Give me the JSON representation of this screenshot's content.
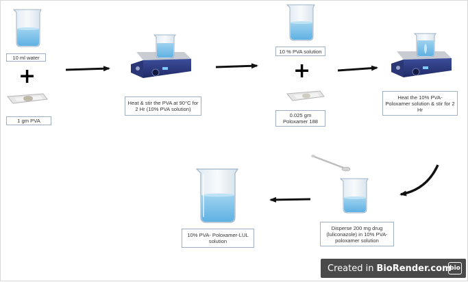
{
  "steps": {
    "water": "10 ml water",
    "pva": "1 gm PVA",
    "heat_stir": "Heat & stir the PVA at 90°C for 2 Hr (10% PVA solution)",
    "pva_solution": "10 % PVA solution",
    "poloxamer": "0.025 gm Poloxamer 188",
    "heat_poloxamer": "Heat the 10% PVA- Poloxamer solution & stir for 2 Hr",
    "disperse": "Disperse 200 mg drug (luliconazole) in 10% PVA- poloxamer solution",
    "final": "10% PVA- Poloxamer-LUL solution"
  },
  "symbols": {
    "plus": "+"
  },
  "watermark": {
    "prefix": "Created in",
    "brand": "BioRender.com",
    "logo": "bio"
  },
  "icons": [
    "beaker-icon",
    "weigh-boat-icon",
    "hot-plate-stirrer-icon",
    "spatula-icon",
    "arrow-icon"
  ]
}
